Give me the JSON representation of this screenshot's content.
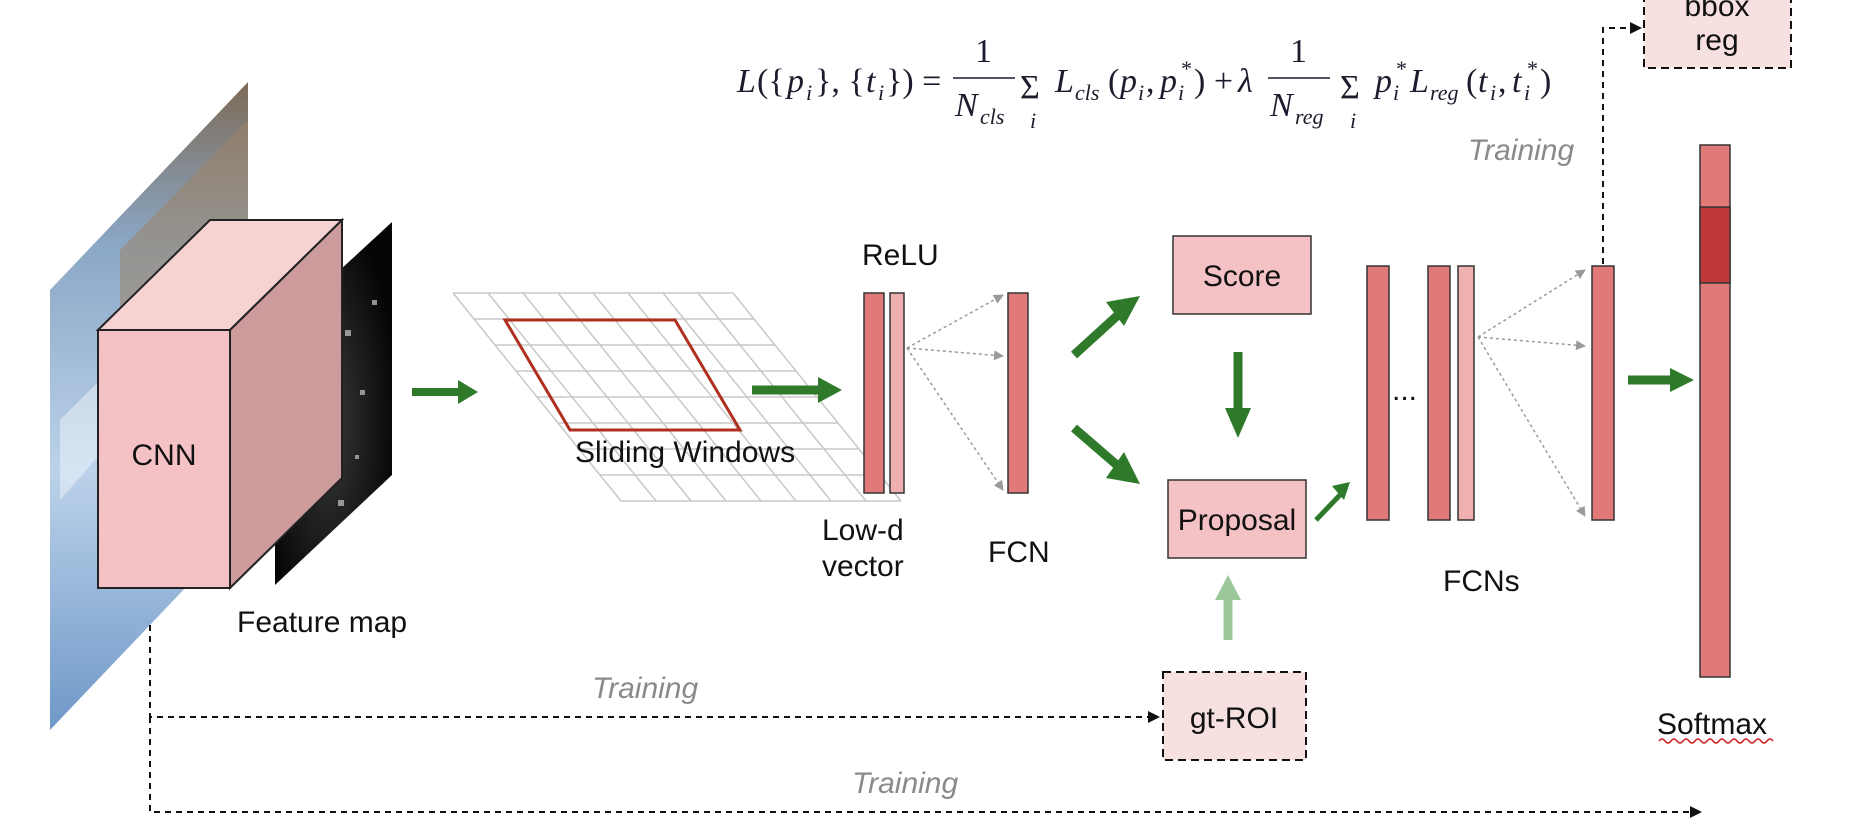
{
  "labels": {
    "cnn": "CNN",
    "feature_map": "Feature map",
    "sliding_windows": "Sliding Windows",
    "relu": "ReLU",
    "low_d_line1": "Low-d",
    "low_d_line2": "vector",
    "fcn": "FCN",
    "score": "Score",
    "proposal": "Proposal",
    "gt_roi": "gt-ROI",
    "ellipsis": "...",
    "fcns": "FCNs",
    "bbox_line1": "bbox",
    "bbox_line2": "reg",
    "softmax": "Softmax",
    "training_top": "Training",
    "training_mid": "Training",
    "training_bottom": "Training"
  },
  "equation": {
    "text": "L({p_i}, {t_i}) = 1/N_cls Σ_i L_cls(p_i, p_i*) + λ 1/N_reg Σ_i p_i* L_reg(t_i, t_i*)"
  },
  "colors": {
    "block_fill": "#f4c2c4",
    "bar_fill": "#e07a78",
    "bar_light": "#efb0b0",
    "bar_dark": "#c0393a",
    "arrow_green": "#2f7a2a",
    "arrow_light_green": "#9cc79a",
    "window_red": "#b03020",
    "dashed_box_fill": "#f6e1e0"
  }
}
